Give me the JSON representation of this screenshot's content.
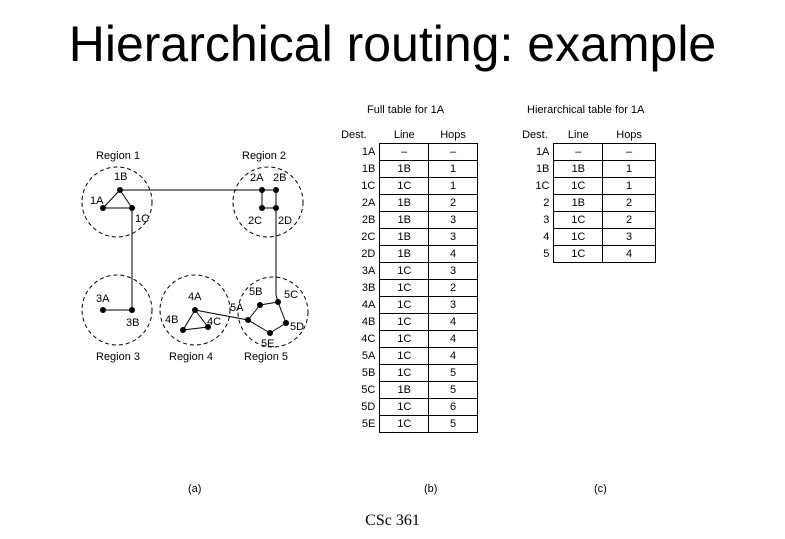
{
  "slide": {
    "title": "Hierarchical routing: example",
    "footer": "CSc 361"
  },
  "diagram": {
    "regions": {
      "r1": "Region 1",
      "r2": "Region 2",
      "r3": "Region 3",
      "r4": "Region 4",
      "r5": "Region 5"
    },
    "nodes": {
      "n1A": "1A",
      "n1B": "1B",
      "n1C": "1C",
      "n2A": "2A",
      "n2B": "2B",
      "n2C": "2C",
      "n2D": "2D",
      "n3A": "3A",
      "n3B": "3B",
      "n4A": "4A",
      "n4B": "4B",
      "n4C": "4C",
      "n5A": "5A",
      "n5B": "5B",
      "n5C": "5C",
      "n5D": "5D",
      "n5E": "5E"
    },
    "caption": "(a)"
  },
  "full_table": {
    "title": "Full table for 1A",
    "headers": [
      "Dest.",
      "Line",
      "Hops"
    ],
    "rows": [
      [
        "1A",
        "–",
        "–"
      ],
      [
        "1B",
        "1B",
        "1"
      ],
      [
        "1C",
        "1C",
        "1"
      ],
      [
        "2A",
        "1B",
        "2"
      ],
      [
        "2B",
        "1B",
        "3"
      ],
      [
        "2C",
        "1B",
        "3"
      ],
      [
        "2D",
        "1B",
        "4"
      ],
      [
        "3A",
        "1C",
        "3"
      ],
      [
        "3B",
        "1C",
        "2"
      ],
      [
        "4A",
        "1C",
        "3"
      ],
      [
        "4B",
        "1C",
        "4"
      ],
      [
        "4C",
        "1C",
        "4"
      ],
      [
        "5A",
        "1C",
        "4"
      ],
      [
        "5B",
        "1C",
        "5"
      ],
      [
        "5C",
        "1B",
        "5"
      ],
      [
        "5D",
        "1C",
        "6"
      ],
      [
        "5E",
        "1C",
        "5"
      ]
    ],
    "caption": "(b)"
  },
  "hier_table": {
    "title": "Hierarchical table for 1A",
    "headers": [
      "Dest.",
      "Line",
      "Hops"
    ],
    "rows": [
      [
        "1A",
        "–",
        "–"
      ],
      [
        "1B",
        "1B",
        "1"
      ],
      [
        "1C",
        "1C",
        "1"
      ],
      [
        "2",
        "1B",
        "2"
      ],
      [
        "3",
        "1C",
        "2"
      ],
      [
        "4",
        "1C",
        "3"
      ],
      [
        "5",
        "1C",
        "4"
      ]
    ],
    "caption": "(c)"
  }
}
